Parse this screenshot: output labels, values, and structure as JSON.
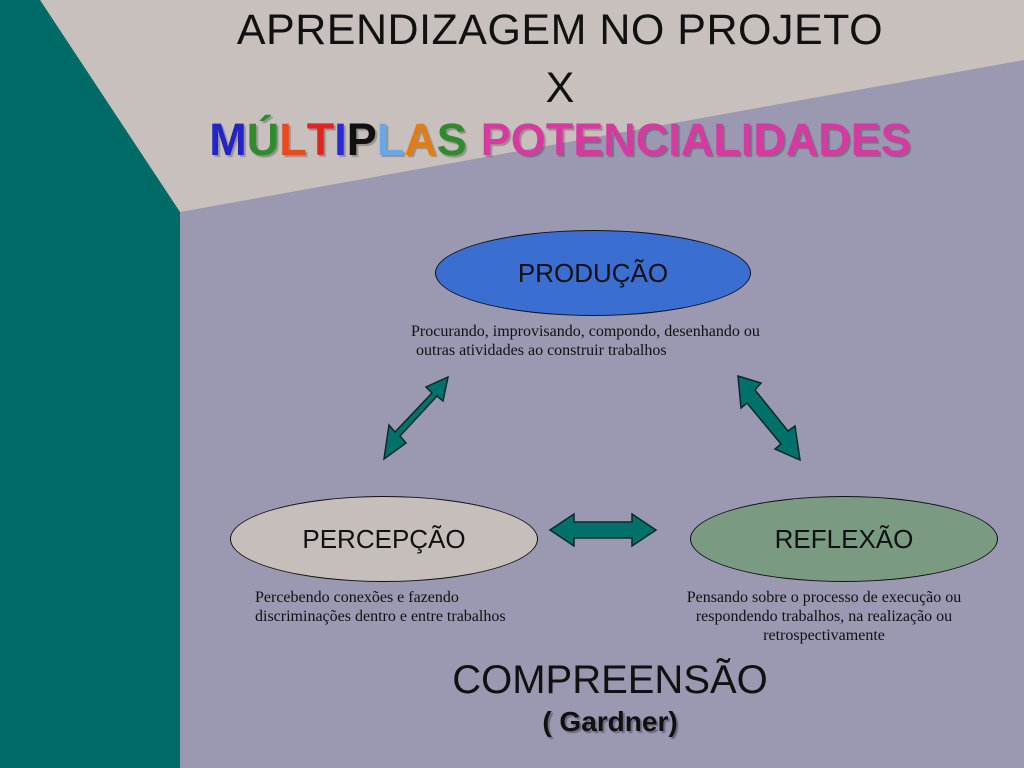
{
  "title": {
    "line1": "APRENDIZAGEM NO PROJETO",
    "line2": "X",
    "line3_letters": [
      {
        "ch": "M",
        "color": "#2323c8"
      },
      {
        "ch": "Ú",
        "color": "#2e8b2e"
      },
      {
        "ch": "L",
        "color": "#e84a1a"
      },
      {
        "ch": "T",
        "color": "#e02424"
      },
      {
        "ch": "I",
        "color": "#2a2ad8"
      },
      {
        "ch": "P",
        "color": "#111111"
      },
      {
        "ch": "L",
        "color": "#6aa7e8"
      },
      {
        "ch": "A",
        "color": "#e07d14"
      },
      {
        "ch": "S",
        "color": "#2e8b2e"
      }
    ],
    "line3_word2": "POTENCIALIDADES",
    "line3_word2_color": "#d63aa0"
  },
  "nodes": {
    "producao": {
      "label": "PRODUÇÃO",
      "fill": "#3a6fd1"
    },
    "percepcao": {
      "label": "PERCEPÇÃO",
      "fill": "#c6beba"
    },
    "reflexao": {
      "label": "REFLEXÃO",
      "fill": "#7b9a82"
    }
  },
  "descriptions": {
    "producao": [
      "Procurando, improvisando, compondo, desenhando ou",
      "outras atividades ao construir trabalhos"
    ],
    "percepcao": [
      "Percebendo conexões e fazendo",
      "discriminações dentro e entre trabalhos"
    ],
    "reflexao": [
      "Pensando sobre o processo de execução ou",
      "respondendo trabalhos, na realização ou",
      "retrospectivamente"
    ]
  },
  "footer": {
    "main": "COMPREENSÃO",
    "sub": "( Gardner)"
  },
  "colors": {
    "background": "#9b98b2",
    "teal_band": "#006b66",
    "top_band": "#c8c0bc",
    "arrow_fill": "#00706a"
  }
}
